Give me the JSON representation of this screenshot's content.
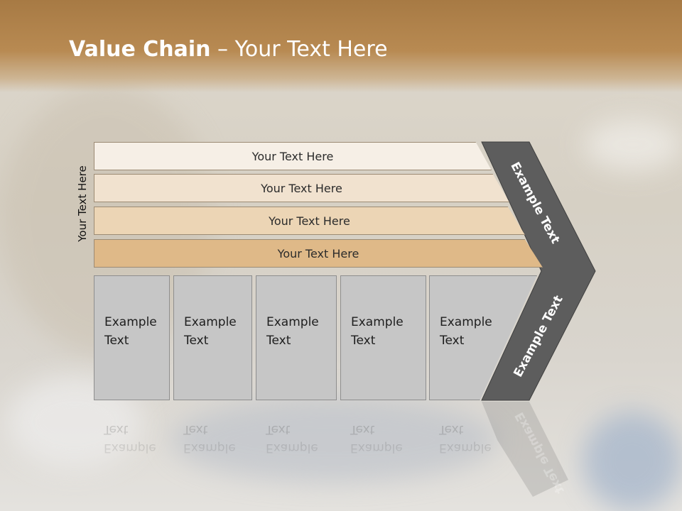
{
  "title": {
    "bold": "Value Chain",
    "rest": " – Your Text Here"
  },
  "left_label": "Your Text Here",
  "rows": [
    {
      "label": "Your Text Here",
      "color": "#f6efe6"
    },
    {
      "label": "Your Text Here",
      "color": "#f1e2cf"
    },
    {
      "label": "Your Text Here",
      "color": "#ecd5b5"
    },
    {
      "label": "Your Text Here",
      "color": "#dfb988"
    }
  ],
  "boxes": [
    {
      "line1": "Example",
      "line2": "Text"
    },
    {
      "line1": "Example",
      "line2": "Text"
    },
    {
      "line1": "Example",
      "line2": "Text"
    },
    {
      "line1": "Example",
      "line2": "Text"
    },
    {
      "line1": "Example",
      "line2": "Text"
    }
  ],
  "chevron_top_label": "Example Text",
  "chevron_bottom_label": "Example Text",
  "colors": {
    "chevron": "#5d5d5d",
    "box": "#c6c6c6",
    "title_band": "#b0824a"
  }
}
